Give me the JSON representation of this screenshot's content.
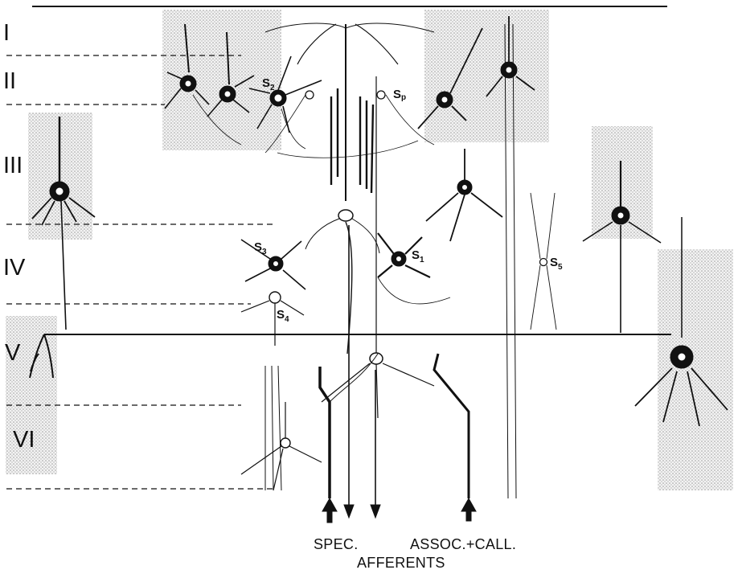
{
  "layers": {
    "I": "I",
    "II": "II",
    "III": "III",
    "IV": "IV",
    "V": "V",
    "VI": "VI"
  },
  "cells": {
    "s2": {
      "letter": "S",
      "sub": "2"
    },
    "sp": {
      "letter": "S",
      "sub": "p"
    },
    "s3": {
      "letter": "S",
      "sub": "3"
    },
    "s4": {
      "letter": "S",
      "sub": "4"
    },
    "s1": {
      "letter": "S",
      "sub": "1"
    },
    "s5": {
      "letter": "S",
      "sub": "5"
    }
  },
  "captions": {
    "spec": "SPEC.",
    "assoc": "ASSOC.+CALL.",
    "afferents": "AFFERENTS"
  },
  "colors": {
    "ink": "#111111",
    "stipple": "#bdbdbd"
  }
}
